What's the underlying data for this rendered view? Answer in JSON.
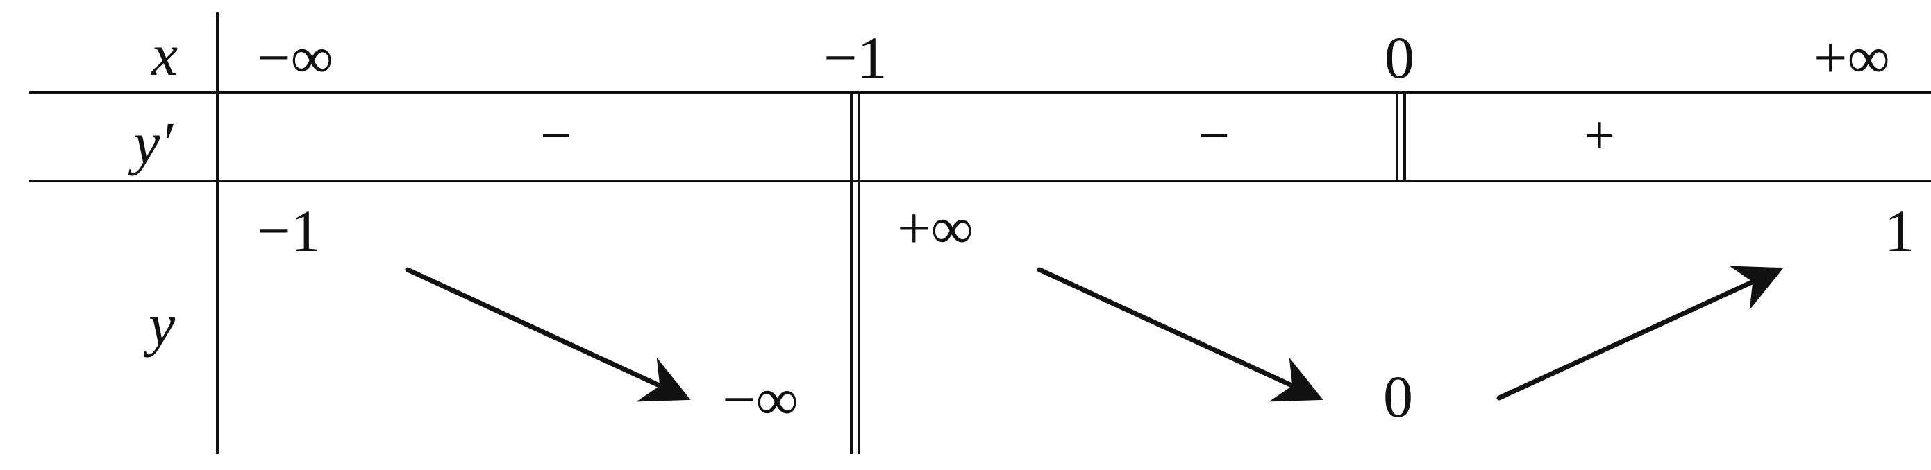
{
  "table": {
    "row_labels": {
      "x": "x",
      "y_prime": "y′",
      "y": "y"
    },
    "x_values": [
      "−∞",
      "−1",
      "0",
      "+∞"
    ],
    "y_prime_signs": [
      "−",
      "−",
      "+"
    ],
    "y_values": {
      "left_start": "−1",
      "left_end": "−∞",
      "middle_start": "+∞",
      "middle_end": "0",
      "right_end": "1"
    },
    "arrows": [
      {
        "from": "−1",
        "to": "−∞",
        "direction": "down"
      },
      {
        "from": "+∞",
        "to": "0",
        "direction": "down"
      },
      {
        "from": "0",
        "to": "1",
        "direction": "up"
      }
    ]
  }
}
